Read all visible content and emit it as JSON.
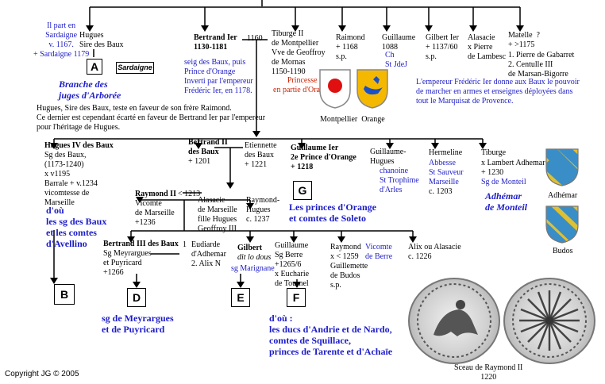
{
  "people": {
    "hugues": "Hugues\nSire des Baux",
    "hugues_note": "Il part en\nSardaigne\nv. 1167.\n+ Sardaigne 1179",
    "box_a": "A",
    "sardaigne_label": "Sardaigne",
    "branche_arboree": "Branche des\njuges d'Arborée",
    "bertrand1_name": "Bertrand Ier\n1130-1181",
    "bertrand1_date": "1160",
    "bertrand1_note": "seig des Baux, puis\nPrince d'Orange\nInverti par l'empereur\nFrédéric Ier, en 1178.",
    "tiburge2": "Tiburge II\nde Montpellier\nVve de Geoffroy\nde Mornas\n1150-1190",
    "princesse": "Princesse\nen partie d'Orange",
    "raimond": "Raimond\n+ 1168\ns.p.",
    "guillaume1088": "Guillaume\n1088",
    "guillaume_ch": "Ch\nSt JdeJ",
    "gilbert": "Gilbert Ier\n+ 1137/60\ns.p.",
    "alasacie": "Alasacie\nx Pierre\nde Lambesc",
    "matelle": "Matelle  ?\n+ >1175",
    "matelle_spouses": "1. Pierre de Gabarret\n2. Centulle III\nde Marsan-Bigorre",
    "shields_label": "Montpellier  Orange",
    "emperor_note": "L'empereur Frédéric Ier donne aux Baux le pouvoir\nde marcher en armes et enseignes déployées dans\ntout le Marquisat de Provence.",
    "hugues_testament": "Hugues, Sire des Baux, teste en faveur de son frère Raimond.\nCe dernier est cependant écarté en faveur de Bertrand Ier par l'empereur\npour l'héritage de Hugues.",
    "hugues4": "Hugues IV des Baux",
    "hugues4_detail": "Sg des Baux,\n(1173-1240)\nx v1195\nBarrale + v.1234\nvicomtesse de\nMarseille",
    "hugues4_descendants": "d'où\nles sg des Baux\net les comtes\nd'Avellino",
    "box_b": "B",
    "bertrand2": "Bertrand II\ndes Baux",
    "bertrand2_detail": "+ 1201",
    "etiennette": "Etiennette\ndes Baux\n+ 1221",
    "guillaume1_orange": "Guillaume Ier\n2e Prince d'Orange\n+ 1218",
    "box_g": "G",
    "princes_orange": "Les princes d'Orange\net comtes de Soleto",
    "guillaume_hugues": "Guillaume-\nHugues",
    "guillaume_hugues_detail": "chanoine\nSt Trophime\nd'Arles",
    "hermeline": "Hermeline",
    "hermeline_detail": "Abbesse\nSt Sauveur\nMarseille",
    "hermeline_date": "c. 1203",
    "tiburge": "Tiburge",
    "tiburge_detail": "x Lambert Adhemar\n+ 1230",
    "tiburge_title": "Sg de Monteil",
    "adhemar_branch": "Adhémar\nde Monteil",
    "adhemar_label": "Adhémar",
    "budos_label": "Budos",
    "raymond2": "Raymond II",
    "raymond2_date": "< 1213",
    "raymond2_detail": "Vicomte\nde Marseille\n+1236",
    "alasacie_m": "Alasacie\nde Marseille\nfille Hugues\nGeoffroy III",
    "raymond_hugues": "Raymond-\nHugues\nc. 1237",
    "bertrand3": "Bertrand III des Baux",
    "bertrand3_detail": "Sg Meyrargues\net Puyricard\n+1266",
    "eudiarde": "Eudiarde\nd'Adhemar\n2. Alix N",
    "eudiarde_num": "1",
    "box_d": "D",
    "meyrargues": "sg de Meyrargues\net de Puyricard",
    "gilbert2": "Gilbert",
    "gilbert2_detail": "dit lo dous",
    "gilbert2_title": "sg Marignane",
    "box_e": "E",
    "guillaume_berre": "Guillaume\nSg Berre\n+1265/6\nx Eucharie\nde Tournel",
    "box_f": "F",
    "andrie": "d'où :\nles ducs d'Andrie et de Nardo,\ncomtes de Squillace,\nprinces de Tarente et d'Achaïe",
    "raymond_berre": "Raymond\nx < 1259\nGuillemette\nde Budos\ns.p.",
    "vicomte_berre": "Vicomte\nde Berre",
    "alix": "Alix ou Alasacie\nc. 1226"
  },
  "seal_caption": "Sceau de Raymond II\n1220",
  "copyright": "Copyright JG © 2005",
  "colors": {
    "blue": "#1c1cc8",
    "red": "#cc2200",
    "orange_shield": "#f5b800",
    "adhemar_gold": "#e0c030",
    "adhemar_blue": "#3a8ec8"
  }
}
